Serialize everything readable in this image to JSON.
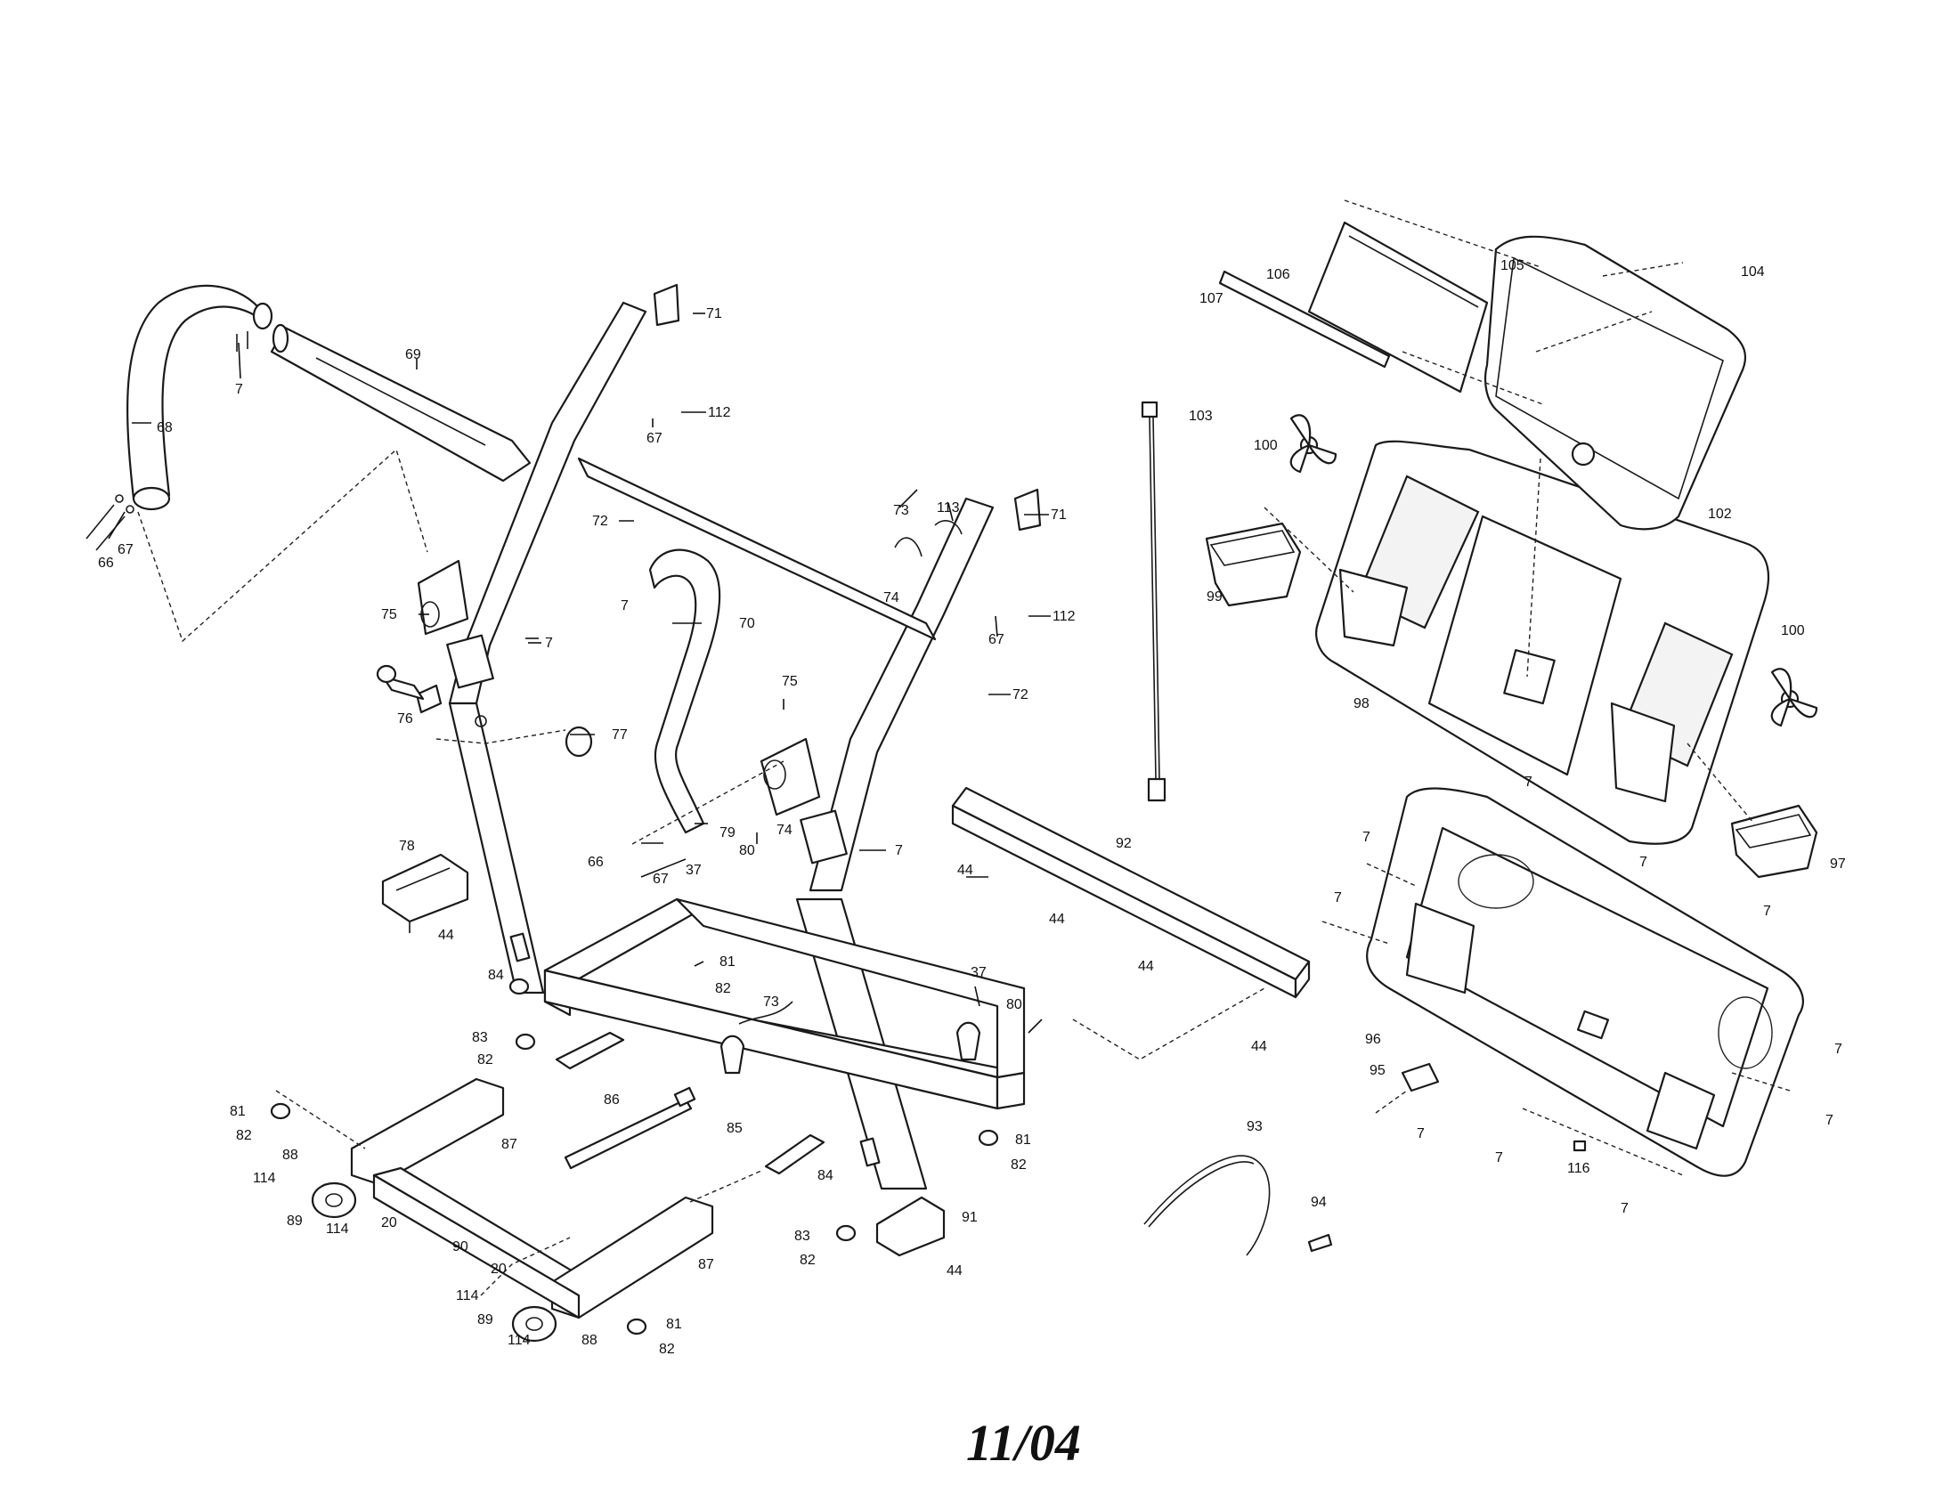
{
  "footer": {
    "date": "11/04"
  },
  "callouts": {
    "c68": "68",
    "c69": "69",
    "c7a": "7",
    "c66a": "66",
    "c67a": "67",
    "c71a": "71",
    "c112a": "112",
    "c67b": "67",
    "c72a": "72",
    "c73a": "73",
    "c113": "113",
    "c71b": "71",
    "c74a": "74",
    "c112b": "112",
    "c67c": "67",
    "c72b": "72",
    "c7b": "7",
    "c70": "70",
    "c75a": "75",
    "c75b": "75",
    "c7c": "7",
    "c76": "76",
    "c77": "77",
    "c66b": "66",
    "c67d": "67",
    "c79": "79",
    "c37a": "37",
    "c80a": "80",
    "c74b": "74",
    "c7d": "7",
    "c78": "78",
    "c44a": "44",
    "c84a": "84",
    "c81a": "81",
    "c82a": "82",
    "c83a": "83",
    "c82b": "82",
    "c73b": "73",
    "c37b": "37",
    "c80b": "80",
    "c86": "86",
    "c85": "85",
    "c81b": "81",
    "c82c": "82",
    "c84b": "84",
    "c87a": "87",
    "c88a": "88",
    "c81c": "81",
    "c82d": "82",
    "c114a": "114",
    "c89a": "89",
    "c114b": "114",
    "c20a": "20",
    "c90": "90",
    "c20b": "20",
    "c87b": "87",
    "c114c": "114",
    "c89b": "89",
    "c114d": "114",
    "c88b": "88",
    "c81d": "81",
    "c82e": "82",
    "c83b": "83",
    "c82f": "82",
    "c91": "91",
    "c44b": "44",
    "c92": "92",
    "c44c": "44",
    "c44d": "44",
    "c44e": "44",
    "c44f": "44",
    "c93": "93",
    "c94": "94",
    "c103": "103",
    "c100a": "100",
    "c99": "99",
    "c98": "98",
    "c106": "106",
    "c107": "107",
    "c105": "105",
    "c104": "104",
    "c102": "102",
    "c100b": "100",
    "c97": "97",
    "c7e": "7",
    "c7f": "7",
    "c7g": "7",
    "c7h": "7",
    "c7i": "7",
    "c96": "96",
    "c7j": "7",
    "c95": "95",
    "c7k": "7",
    "c7l": "7",
    "c7m": "7",
    "c116": "116",
    "c7n": "7"
  }
}
